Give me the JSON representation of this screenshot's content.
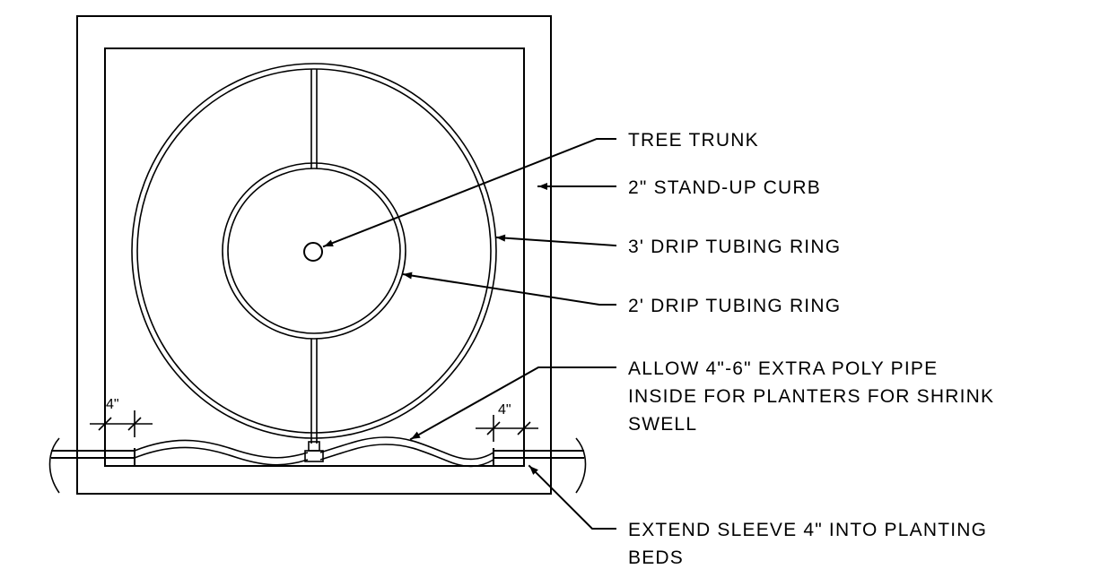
{
  "labels": {
    "tree_trunk": "TREE TRUNK",
    "curb": "2\" STAND-UP CURB",
    "ring_3ft": "3' DRIP TUBING RING",
    "ring_2ft": "2' DRIP TUBING RING",
    "poly_pipe_line1": "ALLOW 4\"-6\" EXTRA POLY PIPE",
    "poly_pipe_line2": "INSIDE FOR PLANTERS FOR SHRINK",
    "poly_pipe_line3": "SWELL",
    "sleeve_line1": "EXTEND SLEEVE 4\" INTO PLANTING",
    "sleeve_line2": "BEDS"
  },
  "dimensions": {
    "left_sleeve": "4\"",
    "right_sleeve": "4\""
  }
}
